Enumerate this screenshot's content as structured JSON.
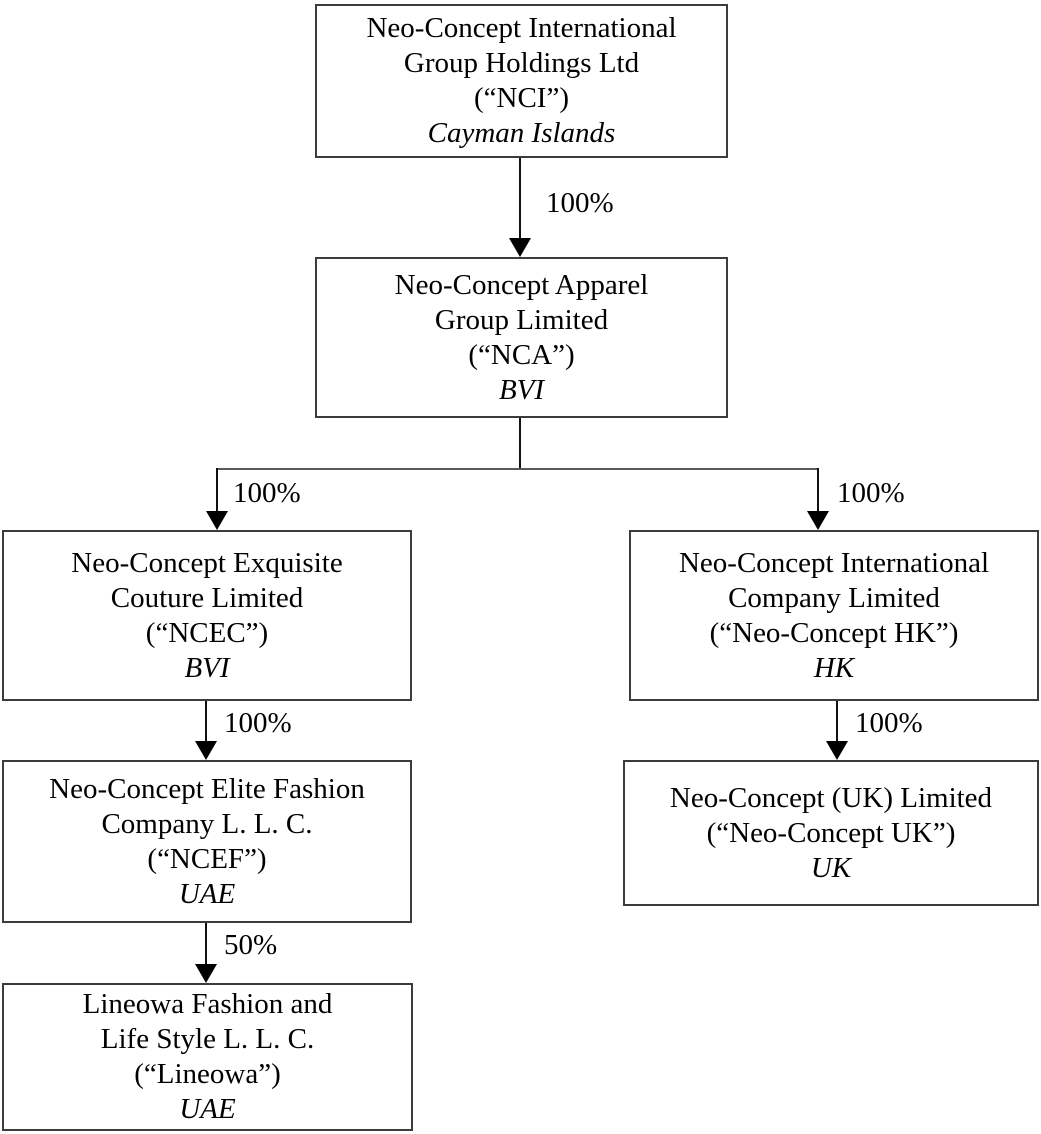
{
  "diagram": {
    "type": "corporate-structure-org-chart",
    "colors": {
      "background": "#ffffff",
      "box_border": "#3c3c3c",
      "connector_line": "#111111",
      "text": "#000000"
    },
    "nodes": {
      "nci": {
        "lines": [
          "Neo-Concept International",
          "Group Holdings Ltd",
          "(“NCI”)"
        ],
        "jurisdiction": "Cayman Islands"
      },
      "nca": {
        "lines": [
          "Neo-Concept Apparel",
          "Group Limited",
          "(“NCA”)"
        ],
        "jurisdiction": "BVI"
      },
      "ncec": {
        "lines": [
          "Neo-Concept Exquisite",
          "Couture Limited",
          "(“NCEC”)"
        ],
        "jurisdiction": "BVI"
      },
      "hk": {
        "lines": [
          "Neo-Concept International",
          "Company Limited",
          "(“Neo-Concept HK”)"
        ],
        "jurisdiction": "HK"
      },
      "ncef": {
        "lines": [
          "Neo-Concept Elite Fashion",
          "Company L. L. C.",
          "(“NCEF”)"
        ],
        "jurisdiction": "UAE"
      },
      "lineowa": {
        "lines": [
          "Lineowa Fashion and",
          "Life Style L. L. C.",
          "(“Lineowa”)"
        ],
        "jurisdiction": "UAE"
      },
      "uk": {
        "lines": [
          "Neo-Concept (UK) Limited",
          "(“Neo-Concept UK”)"
        ],
        "jurisdiction": "UK"
      }
    },
    "edges": {
      "nci_nca": {
        "label": "100%"
      },
      "nca_ncec": {
        "label": "100%"
      },
      "nca_hk": {
        "label": "100%"
      },
      "ncec_ncef": {
        "label": "100%"
      },
      "ncef_lineowa": {
        "label": "50%"
      },
      "hk_uk": {
        "label": "100%"
      }
    }
  }
}
